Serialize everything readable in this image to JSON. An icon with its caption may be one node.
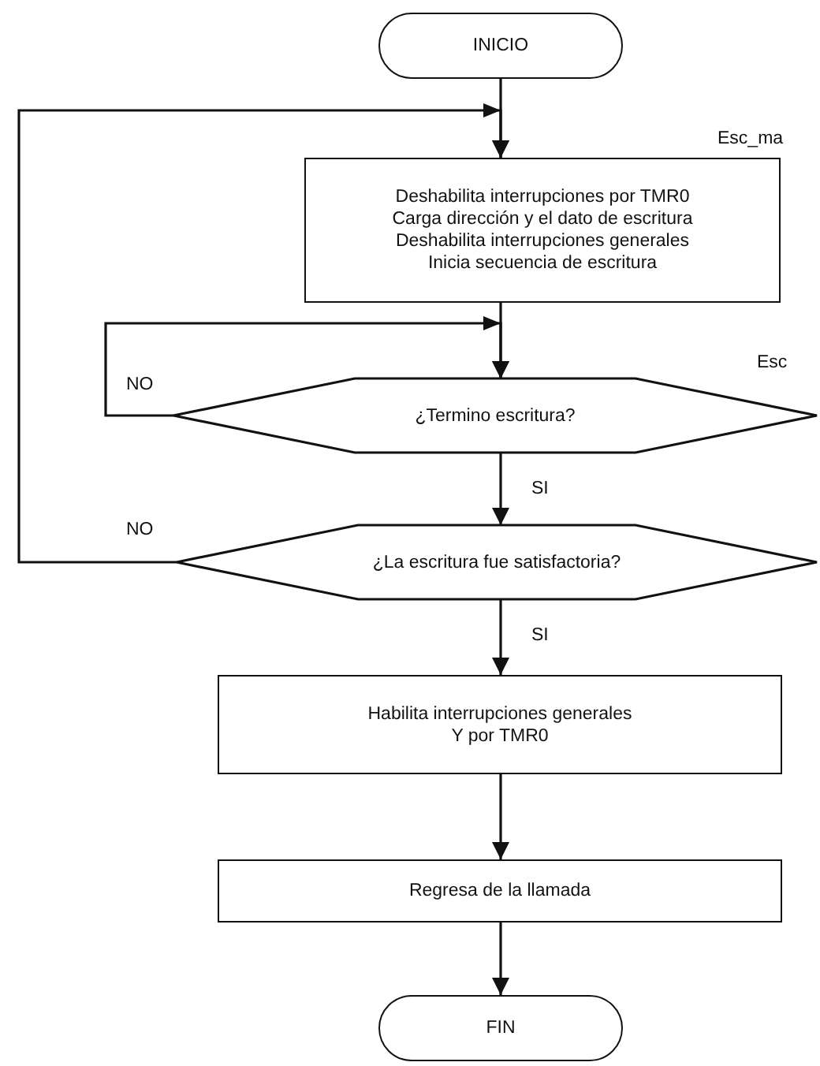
{
  "diagram": {
    "nodes": [
      {
        "text": [
          "INICIO"
        ]
      },
      {
        "text": [
          "Deshabilita interrupciones por TMR0",
          "Carga dirección y el dato de escritura",
          "Deshabilita interrupciones generales",
          "Inicia secuencia de escritura"
        ],
        "beside": [
          "Esc_ma"
        ]
      },
      {
        "text": [
          "¿Termino escritura?"
        ],
        "beside": [
          "Esc"
        ]
      },
      {
        "text": [
          "¿La escritura fue satisfactoria?"
        ]
      },
      {
        "text": [
          "Habilita interrupciones generales",
          "Y por TMR0"
        ]
      },
      {
        "text": [
          "Regresa de la llamada"
        ]
      },
      {
        "text": [
          "FIN"
        ]
      }
    ],
    "edges": [
      {
        "from": 0,
        "to": 1,
        "arrow": "to"
      },
      {
        "from": 1,
        "to": 2,
        "arrow": "to"
      },
      {
        "from": 2,
        "to": 2,
        "arrow": "to",
        "label": "NO"
      },
      {
        "from": 2,
        "to": 3,
        "arrow": "to",
        "label": "SI"
      },
      {
        "from": 3,
        "to": 1,
        "arrow": "to",
        "label": "NO"
      },
      {
        "from": 3,
        "to": 4,
        "arrow": "to",
        "label": "SI"
      },
      {
        "from": 4,
        "to": 5,
        "arrow": "to"
      },
      {
        "from": 5,
        "to": 6,
        "arrow": "to"
      }
    ]
  }
}
